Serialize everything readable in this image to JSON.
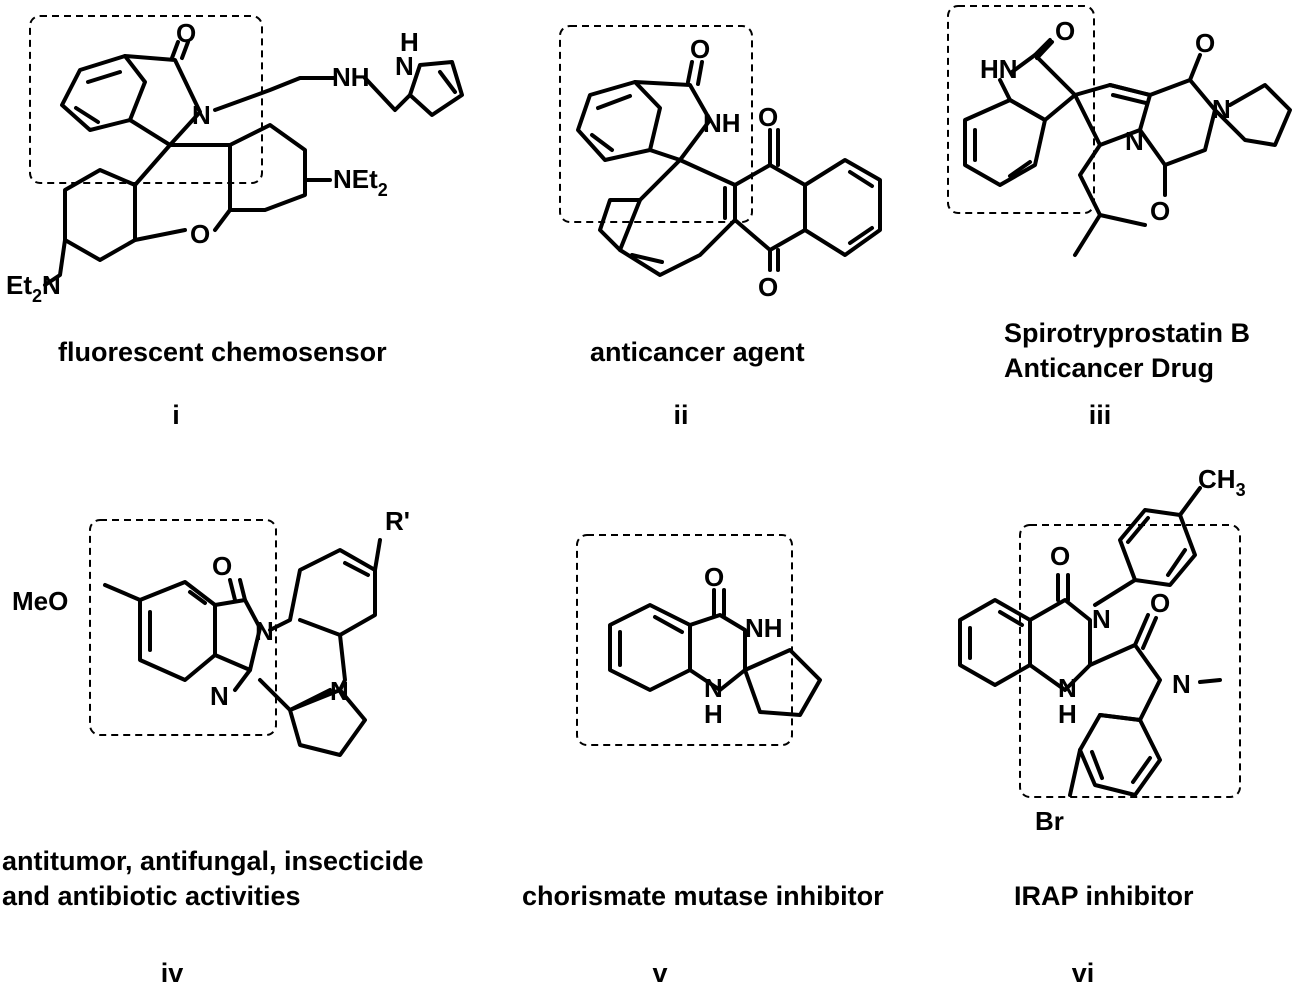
{
  "compounds": [
    {
      "caption": "fluorescent chemosensor",
      "numeral": "i"
    },
    {
      "caption": "anticancer agent",
      "numeral": "ii"
    },
    {
      "caption_line1": "Spirotryprostatin B",
      "caption_line2": "Anticancer Drug",
      "numeral": "iii"
    },
    {
      "caption_line1": "antitumor, antifungal, insecticide",
      "caption_line2": "and antibiotic activities",
      "numeral": "iv"
    },
    {
      "caption": "chorismate mutase inhibitor",
      "numeral": "v"
    },
    {
      "caption": "IRAP inhibitor",
      "numeral": "vi"
    }
  ],
  "atom_labels": {
    "O": "O",
    "N": "N",
    "NH": "NH",
    "HN": "HN",
    "H": "H",
    "Br": "Br",
    "MeO": "MeO",
    "R": "R'",
    "CH": "CH",
    "Et": "Et",
    "NEt": "NEt",
    "sub2": "2",
    "sub3": "3"
  }
}
